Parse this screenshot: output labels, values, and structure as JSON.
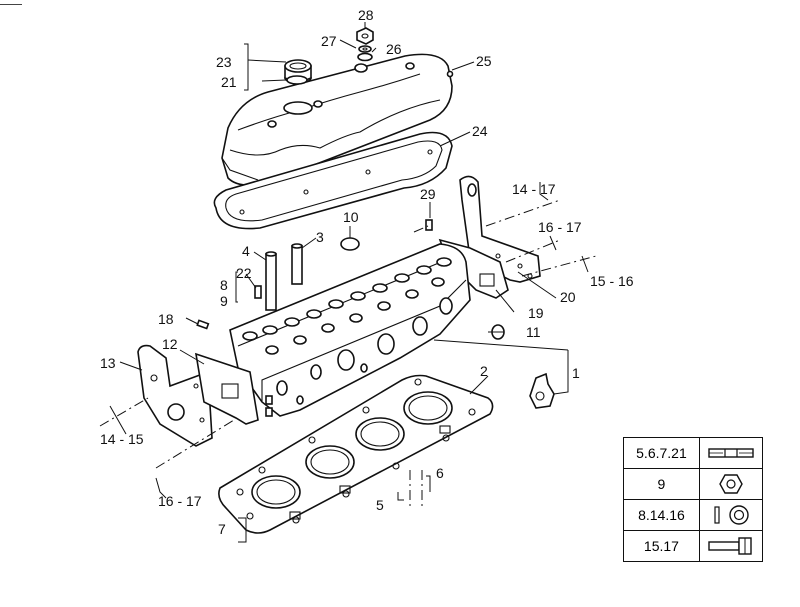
{
  "callouts": [
    {
      "id": "c28",
      "text": "28"
    },
    {
      "id": "c27",
      "text": "27"
    },
    {
      "id": "c26",
      "text": "26"
    },
    {
      "id": "c23",
      "text": "23"
    },
    {
      "id": "c21",
      "text": "21"
    },
    {
      "id": "c25",
      "text": "25"
    },
    {
      "id": "c24",
      "text": "24"
    },
    {
      "id": "c14_17",
      "text": "14 - 17"
    },
    {
      "id": "c29",
      "text": "29"
    },
    {
      "id": "c10",
      "text": "10"
    },
    {
      "id": "c16_17_top",
      "text": "16 - 17"
    },
    {
      "id": "c4",
      "text": "4"
    },
    {
      "id": "c3",
      "text": "3"
    },
    {
      "id": "c22",
      "text": "22"
    },
    {
      "id": "c8",
      "text": "8"
    },
    {
      "id": "c9",
      "text": "9"
    },
    {
      "id": "c20",
      "text": "20"
    },
    {
      "id": "c15_16",
      "text": "15 - 16"
    },
    {
      "id": "c19",
      "text": "19"
    },
    {
      "id": "c18",
      "text": "18"
    },
    {
      "id": "c11",
      "text": "11"
    },
    {
      "id": "c13",
      "text": "13"
    },
    {
      "id": "c12",
      "text": "12"
    },
    {
      "id": "c1",
      "text": "1"
    },
    {
      "id": "c2",
      "text": "2"
    },
    {
      "id": "c14_15",
      "text": "14 - 15"
    },
    {
      "id": "c16_17_bot",
      "text": "16 - 17"
    },
    {
      "id": "c6",
      "text": "6"
    },
    {
      "id": "c5",
      "text": "5"
    },
    {
      "id": "c7",
      "text": "7"
    }
  ],
  "legend": {
    "rows": [
      {
        "code": "5.6.7.21",
        "icon": "stud-icon"
      },
      {
        "code": "9",
        "icon": "hex-nut-icon"
      },
      {
        "code": "8.14.16",
        "icon": "washer-icon"
      },
      {
        "code": "15.17",
        "icon": "bolt-icon"
      }
    ]
  }
}
